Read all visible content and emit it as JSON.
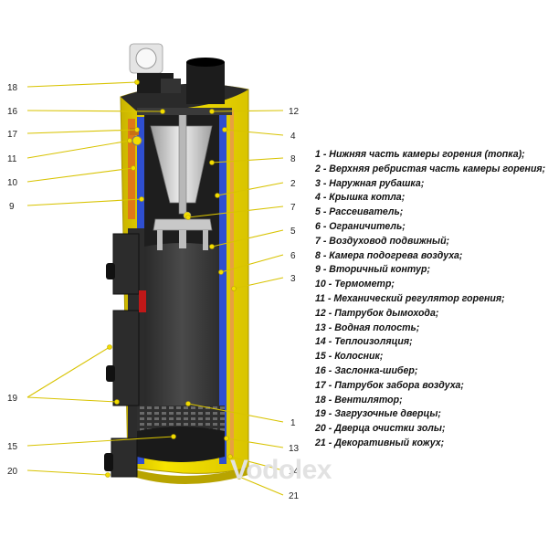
{
  "callout_numbers": [
    "18",
    "16",
    "17",
    "11",
    "10",
    "9",
    "19",
    "15",
    "20",
    "12",
    "4",
    "8",
    "2",
    "7",
    "5",
    "6",
    "3",
    "1",
    "13",
    "14",
    "21"
  ],
  "legend": [
    "1 - Нижняя часть камеры горения (топка);",
    "2 - Верхняя ребристая часть камеры горения;",
    "3 - Наружная рубашка;",
    "4 - Крышка котла;",
    "5 - Рассеиватель;",
    "6 - Ограничитель;",
    "7 - Воздуховод подвижный;",
    "8 - Камера подогрева воздуха;",
    "9 - Вторичный контур;",
    "10 - Термометр;",
    "11 - Механический регулятор горения;",
    "12 - Патрубок дымохода;",
    "13 - Водная полость;",
    "14 - Теплоизоляция;",
    "15 - Колосник;",
    "16 - Заслонка-шибер;",
    "17 - Патрубок забора воздуха;",
    "18 - Вентилятор;",
    "19 - Загрузочные дверцы;",
    "20 - Дверца очистки золы;",
    "21 - Декоративный кожух;"
  ],
  "watermark": "Vodolex",
  "colors": {
    "jacket_yellow": "#f2dc00",
    "body_dark": "#3a3a3a",
    "water_blue": "#2f4fd0",
    "insulation_orange": "#e07818",
    "cone_silver": "#c8c8c8"
  }
}
